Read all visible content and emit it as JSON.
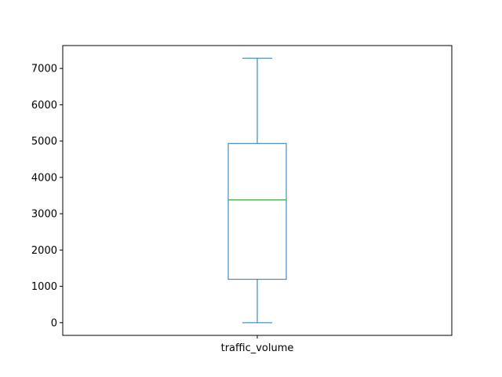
{
  "chart_data": {
    "type": "box",
    "categories": [
      "traffic_volume"
    ],
    "box": {
      "min": 0,
      "q1": 1193,
      "median": 3380,
      "q3": 4933,
      "max": 7280
    },
    "yticks": [
      0,
      1000,
      2000,
      3000,
      4000,
      5000,
      6000,
      7000
    ],
    "ylim": [
      -350,
      7630
    ],
    "title": "",
    "xlabel": "",
    "ylabel": "",
    "grid": false,
    "colors": {
      "box": "#1f77b4",
      "median": "#2ca02c",
      "axes": "#000000"
    }
  }
}
